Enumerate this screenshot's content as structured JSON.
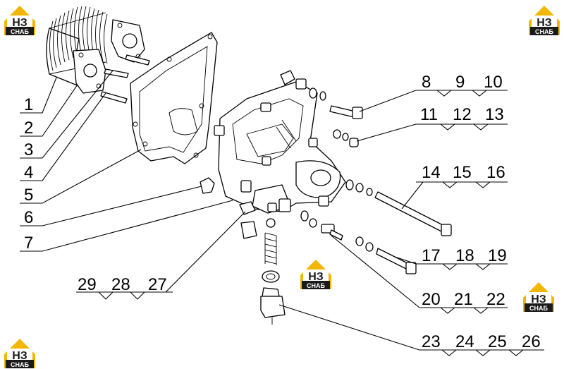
{
  "logo": {
    "top": "НЗ",
    "bottom": "СНАБ",
    "accent": "#F2B705"
  },
  "callouts": {
    "left": [
      "1",
      "2",
      "3",
      "4",
      "5",
      "6",
      "7"
    ],
    "bottom_left": [
      "29",
      "28",
      "27"
    ],
    "r8": [
      "8",
      "9",
      "10"
    ],
    "r11": [
      "11",
      "12",
      "13"
    ],
    "r14": [
      "14",
      "15",
      "16"
    ],
    "r17": [
      "17",
      "18",
      "19"
    ],
    "r20": [
      "20",
      "21",
      "22"
    ],
    "r23": [
      "23",
      "24",
      "25",
      "26"
    ]
  }
}
